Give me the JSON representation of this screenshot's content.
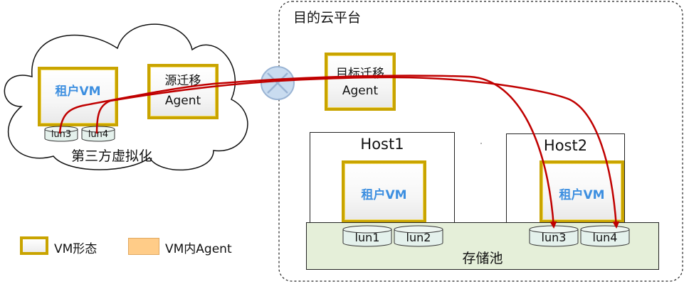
{
  "target_platform": {
    "title": "目的云平台"
  },
  "third_party": {
    "caption": "第三方虚拟化",
    "tenant_vm": "租户VM",
    "source_agent_line1": "源迁移",
    "source_agent_line2": "Agent",
    "luns": [
      "lun3",
      "lun4"
    ]
  },
  "target_agent": {
    "line1": "目标迁移",
    "line2": "Agent"
  },
  "hosts": [
    {
      "name": "Host1",
      "vm": "租户VM"
    },
    {
      "name": "Host2",
      "vm": "租户VM"
    }
  ],
  "storage_pool": {
    "label": "存储池",
    "luns": [
      "lun1",
      "lun2",
      "lun3",
      "lun4"
    ]
  },
  "legend": {
    "vm_form": "VM形态",
    "agent_in_vm": "VM内Agent"
  },
  "colors": {
    "vm_border": "#c9a400",
    "agent_swatch": "#ffcc88",
    "migration_path": "#c00000",
    "tenant_vm_text": "#3d8fe0",
    "storage_fill": "#e5efd9",
    "lun_fill": "#e4f1ec",
    "router_fill": "#c9dcf0"
  },
  "icons": {
    "router": "router-icon"
  }
}
